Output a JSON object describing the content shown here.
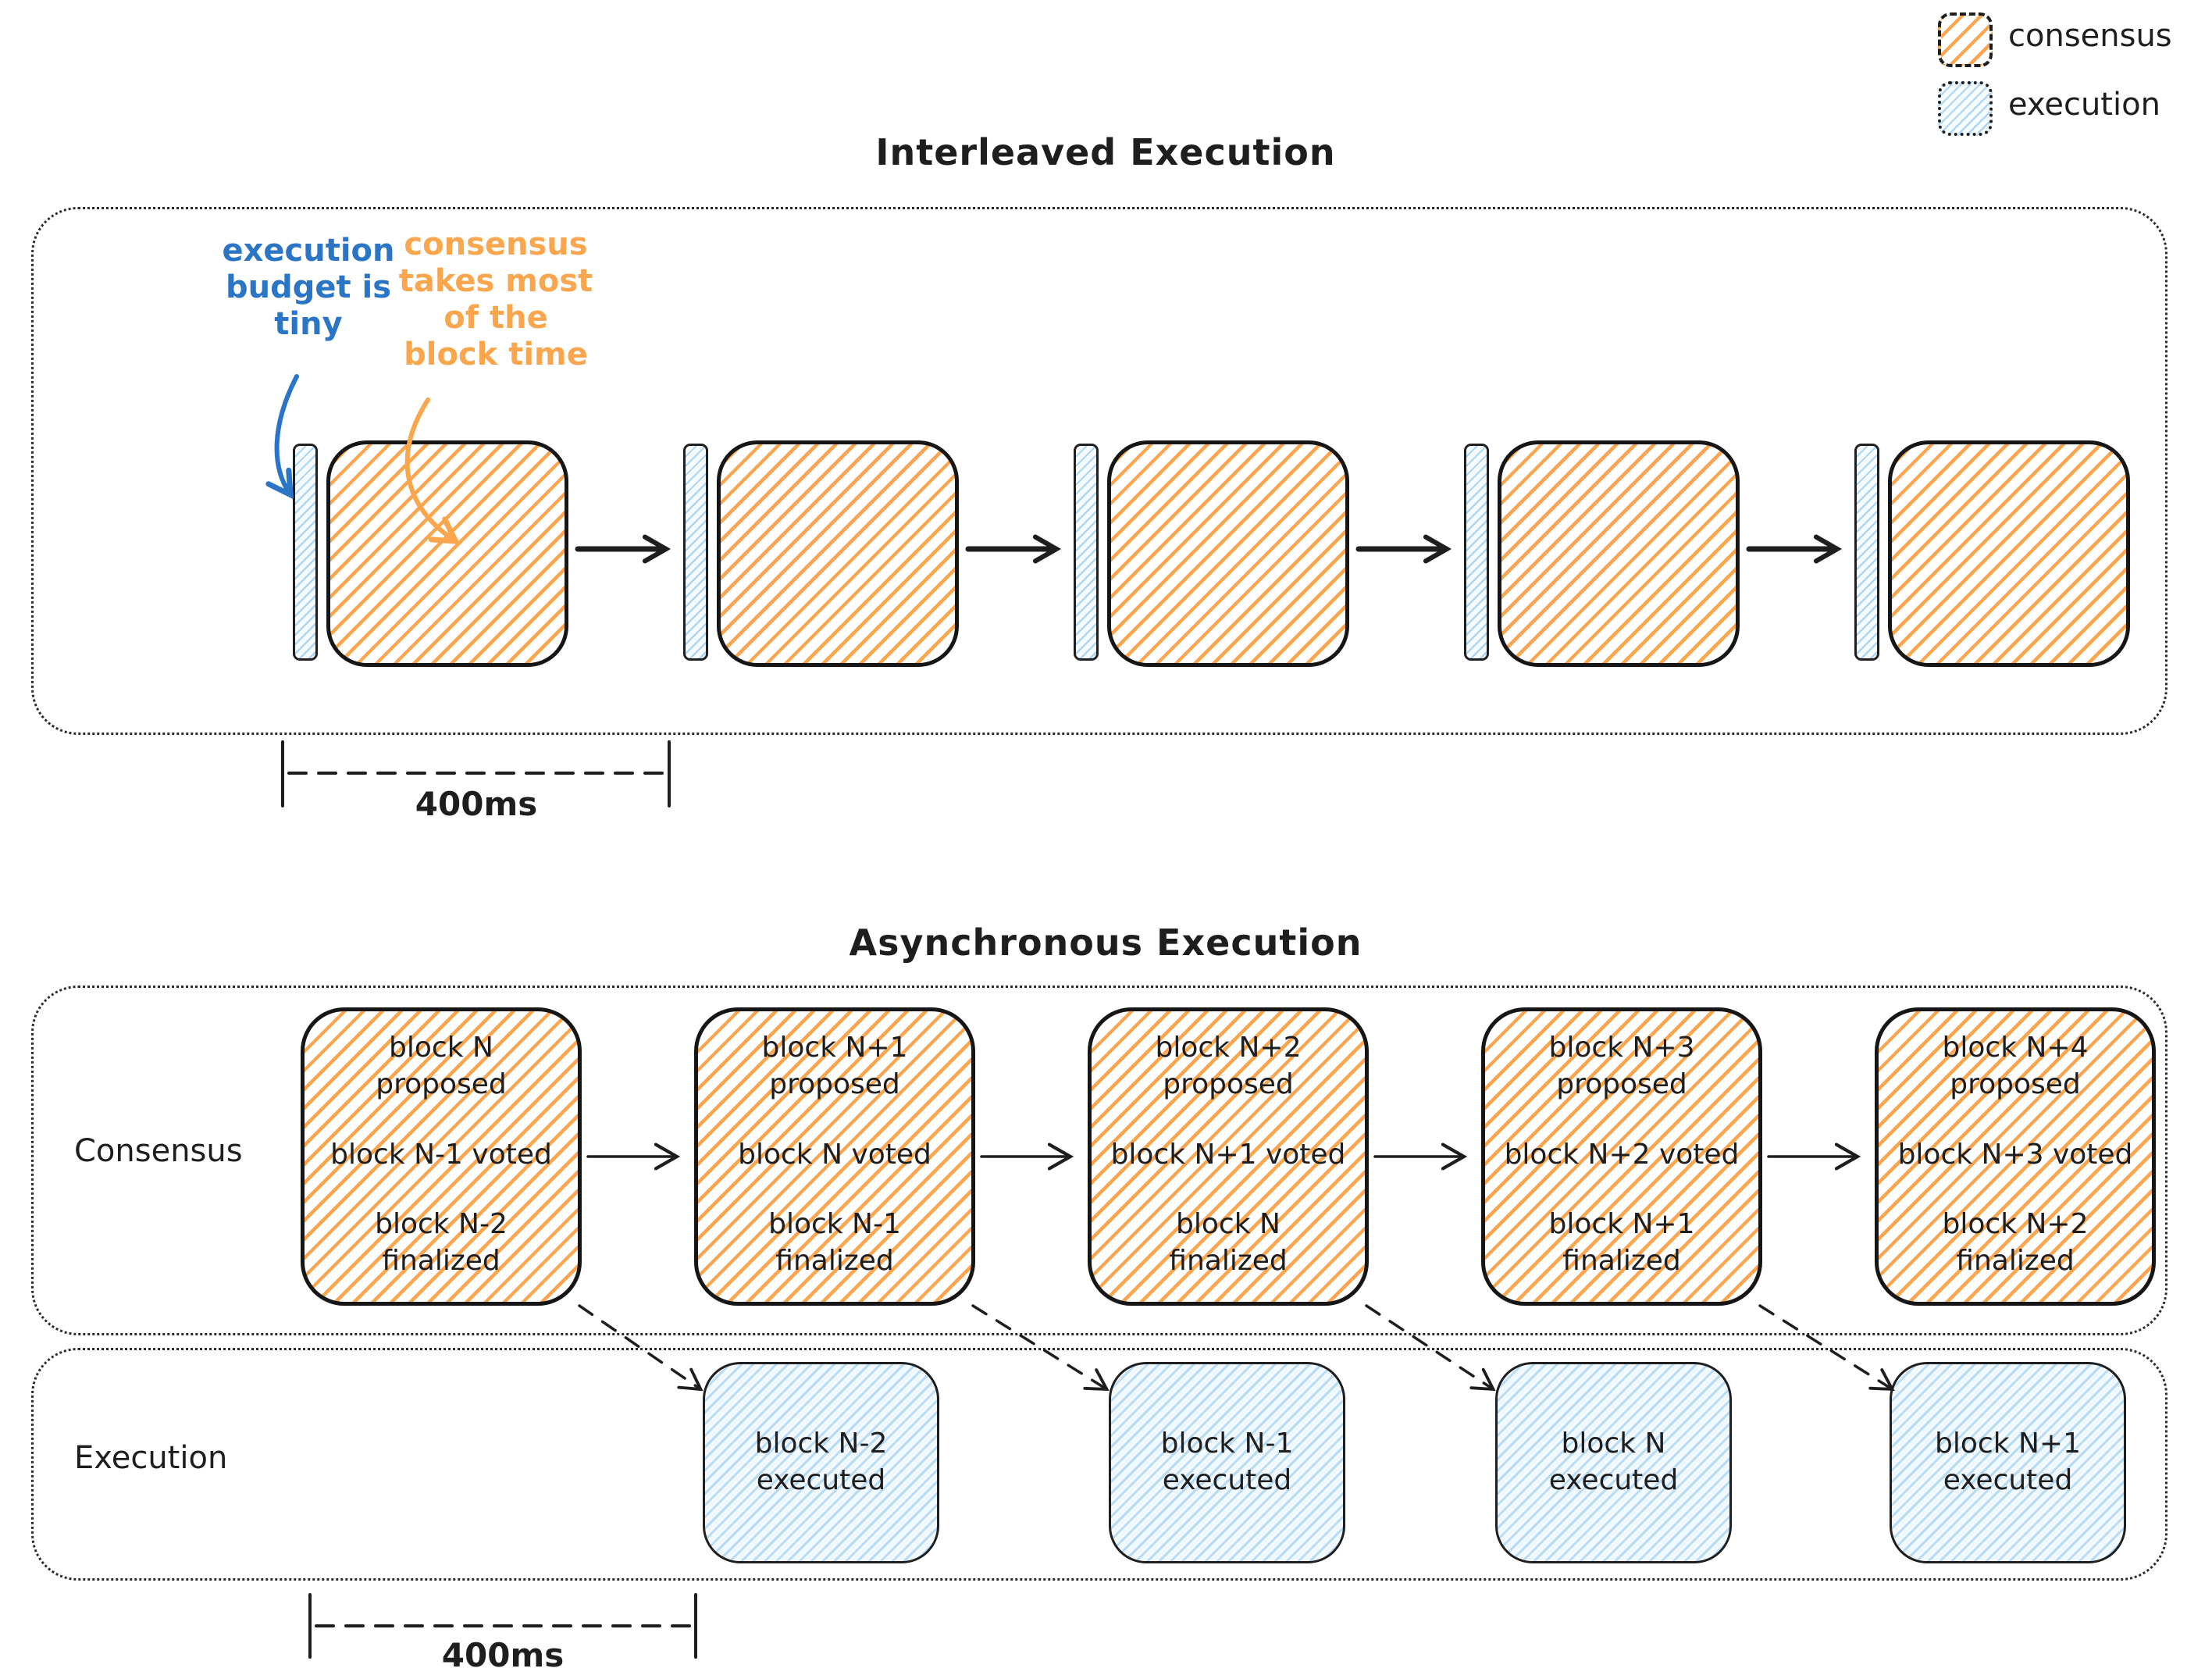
{
  "colors": {
    "ink": "#1e1e1e",
    "consensus_orange": "#f9a64e",
    "execution_blue": "#aed6f4",
    "annotation_blue": "#2a75c5"
  },
  "legend": {
    "consensus_label": "consensus",
    "execution_label": "execution"
  },
  "interleaved": {
    "title": "Interleaved Execution",
    "execution_annotation": "execution\nbudget is\ntiny",
    "consensus_annotation": "consensus\ntakes most\nof the\nblock time",
    "block_count": 5,
    "measure_label": "400ms"
  },
  "asynchronous": {
    "title": "Asynchronous Execution",
    "consensus_row_label": "Consensus",
    "execution_row_label": "Execution",
    "consensus_blocks": [
      {
        "proposed": "block N\nproposed",
        "voted": "block N-1 voted",
        "finalized": "block N-2\nfinalized"
      },
      {
        "proposed": "block N+1\nproposed",
        "voted": "block N voted",
        "finalized": "block N-1\nfinalized"
      },
      {
        "proposed": "block N+2\nproposed",
        "voted": "block N+1 voted",
        "finalized": "block N\nfinalized"
      },
      {
        "proposed": "block N+3\nproposed",
        "voted": "block N+2 voted",
        "finalized": "block N+1\nfinalized"
      },
      {
        "proposed": "block N+4\nproposed",
        "voted": "block N+3 voted",
        "finalized": "block N+2\nfinalized"
      }
    ],
    "execution_blocks": [
      "block N-2\nexecuted",
      "block N-1\nexecuted",
      "block N\nexecuted",
      "block N+1\nexecuted"
    ],
    "measure_label": "400ms"
  }
}
